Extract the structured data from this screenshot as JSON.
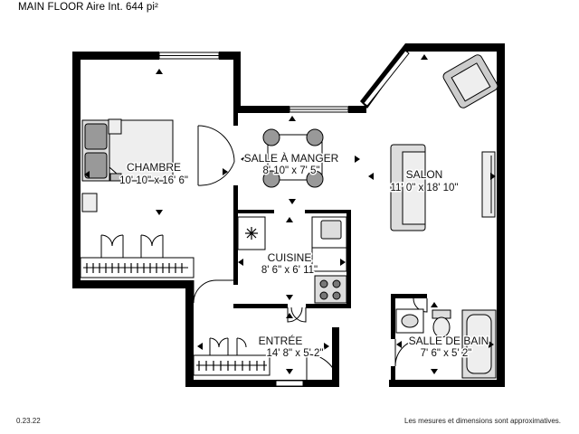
{
  "header": {
    "floor_label": "MAIN FLOOR",
    "area_label": "Aire Int. 644 pi²"
  },
  "footer": {
    "version": "0.23.22",
    "disclaimer": "Les mesures et dimensions sont approximatives."
  },
  "rooms": {
    "chambre": {
      "name": "CHAMBRE",
      "dimensions": "10' 10\" x 16' 6\""
    },
    "salle_a_manger": {
      "name": "SALLE À MANGER",
      "dimensions": "8' 10\" x 7' 5\""
    },
    "salon": {
      "name": "SALON",
      "dimensions": "11' 0\" x 18' 10\""
    },
    "cuisine": {
      "name": "CUISINE",
      "dimensions": "8' 6\" x 6' 11\""
    },
    "entree": {
      "name": "ENTRÉE",
      "dimensions": "14' 8\" x 5' 2\""
    },
    "salle_de_bain": {
      "name": "SALLE DE BAIN",
      "dimensions": "7' 6\" x 5' 2\""
    }
  }
}
